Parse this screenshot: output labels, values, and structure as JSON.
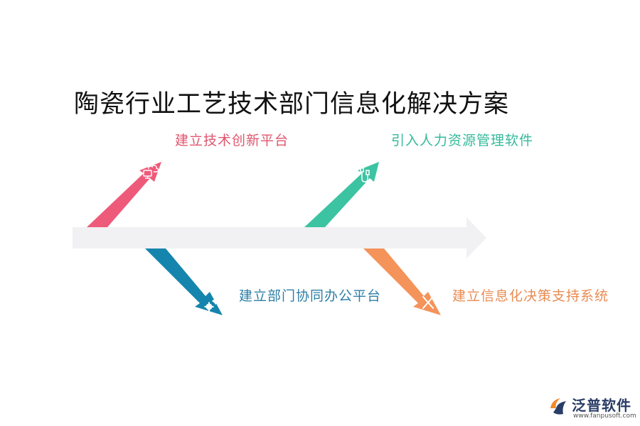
{
  "title": "陶瓷行业工艺技术部门信息化解决方案",
  "branches": [
    {
      "label": "建立技术创新平台",
      "icon": "cloud-computer-icon",
      "color": "#ee5a7a"
    },
    {
      "label": "引入人力资源管理软件",
      "icon": "usb-cable-icon",
      "color": "#3cc3a2"
    },
    {
      "label": "建立部门协同办公平台",
      "icon": "gears-icon",
      "color": "#1685ad"
    },
    {
      "label": "建立信息化决策支持系统",
      "icon": "tools-icon",
      "color": "#f4935a"
    }
  ],
  "spine_color": "#f1f0f2",
  "logo": {
    "name": "泛普软件",
    "url": "www.fanpusoft.com"
  }
}
